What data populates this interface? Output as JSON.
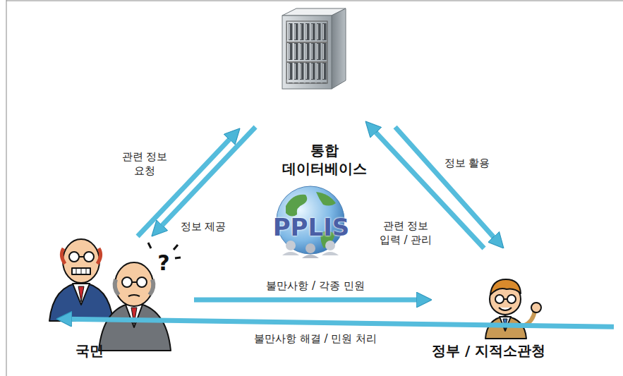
{
  "diagram": {
    "nodes": [
      {
        "text": [
          "통합 데이터베이스"
        ]
      },
      {
        "text": [
          "국민"
        ]
      },
      {
        "text": [
          "정부 / 지적소관청"
        ]
      }
    ],
    "edges": [
      {
        "from": 1,
        "to": 0,
        "label": "관련 정보 요청",
        "arrow": "to"
      },
      {
        "from": 0,
        "to": 1,
        "label": "정보 제공",
        "arrow": "to"
      },
      {
        "from": 2,
        "to": 0,
        "label": "관련 정보 입력 / 관리",
        "arrow": "to"
      },
      {
        "from": 0,
        "to": 2,
        "label": "정보 활용",
        "arrow": "to"
      },
      {
        "from": 1,
        "to": 2,
        "label": "불만사항 / 각종 민원",
        "arrow": "to"
      },
      {
        "from": 2,
        "to": 1,
        "label": "불만사항 해결 / 민원 처리",
        "arrow": "to"
      }
    ],
    "labels": [
      "PPLIS",
      "?"
    ]
  }
}
